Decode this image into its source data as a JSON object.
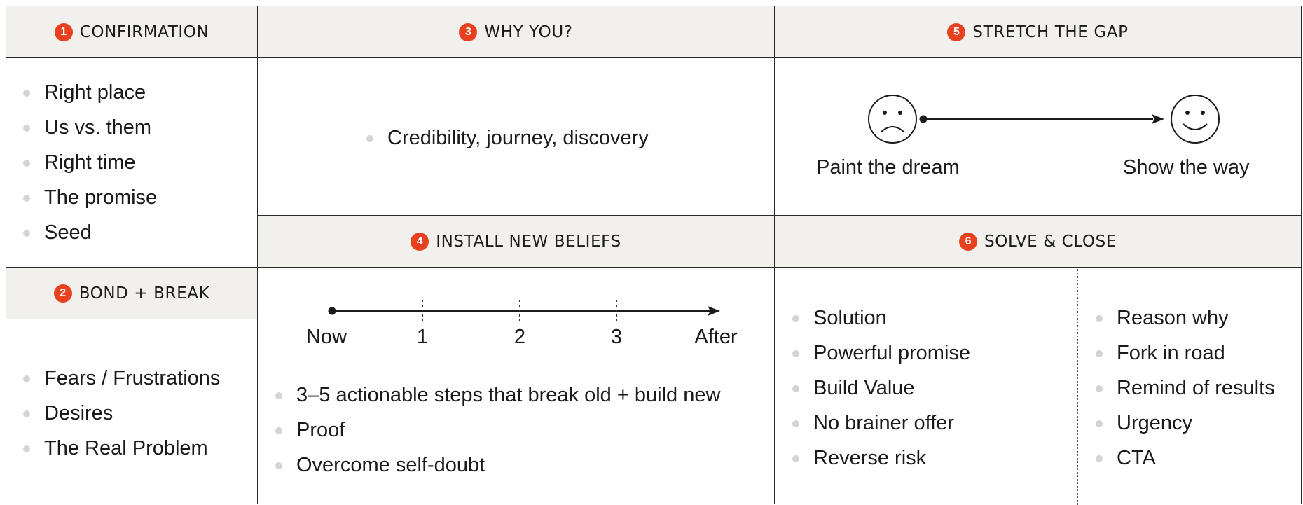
{
  "sections": {
    "s1": {
      "number": "1",
      "title": "CONFIRMATION",
      "items": [
        "Right place",
        "Us vs. them",
        "Right time",
        "The promise",
        "Seed"
      ]
    },
    "s2": {
      "number": "2",
      "title": "BOND + BREAK",
      "items": [
        "Fears / Frustrations",
        "Desires",
        "The Real Problem"
      ]
    },
    "s3": {
      "number": "3",
      "title": "WHY YOU?",
      "items": [
        "Credibility, journey, discovery"
      ]
    },
    "s4": {
      "number": "4",
      "title": "INSTALL NEW BELIEFS",
      "timeline": {
        "start": "Now",
        "ticks": [
          "1",
          "2",
          "3"
        ],
        "end": "After"
      },
      "items": [
        "3–5 actionable steps that break old + build new",
        "Proof",
        "Overcome self-doubt"
      ]
    },
    "s5": {
      "number": "5",
      "title": "STRETCH THE GAP",
      "left_label": "Paint the dream",
      "right_label": "Show the way",
      "left_icon": "sad-face-icon",
      "right_icon": "happy-face-icon"
    },
    "s6": {
      "number": "6",
      "title": "SOLVE & CLOSE",
      "col1": [
        "Solution",
        "Powerful promise",
        "Build Value",
        "No brainer offer",
        "Reverse risk"
      ],
      "col2": [
        "Reason why",
        "Fork in road",
        "Remind of results",
        "Urgency",
        "CTA"
      ]
    }
  },
  "colors": {
    "accent": "#e8411f",
    "header_bg": "#f1f0ec",
    "line": "#2b2b2b",
    "bullet": "#d4d4d0"
  }
}
